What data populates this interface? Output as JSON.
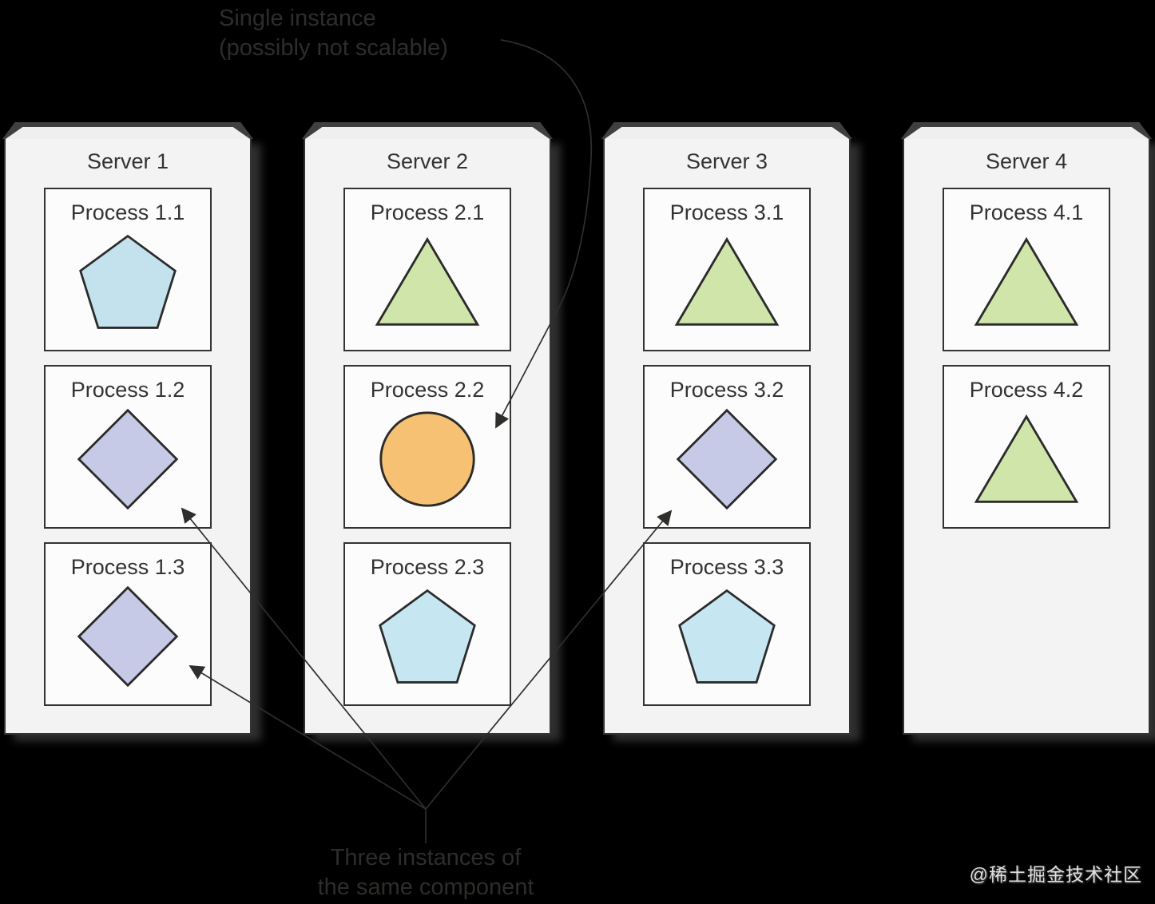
{
  "annotations": {
    "single_instance": {
      "line1": "Single instance",
      "line2": "(possibly not scalable)"
    },
    "three_instances": {
      "line1": "Three instances of",
      "line2": "the same component"
    }
  },
  "servers": [
    {
      "title": "Server 1",
      "processes": [
        {
          "label": "Process 1.1",
          "shape": "pentagon",
          "color": "#c3e2ee"
        },
        {
          "label": "Process 1.2",
          "shape": "diamond",
          "color": "#c7cae7"
        },
        {
          "label": "Process 1.3",
          "shape": "diamond",
          "color": "#c7cae7"
        }
      ]
    },
    {
      "title": "Server 2",
      "processes": [
        {
          "label": "Process 2.1",
          "shape": "triangle",
          "color": "#d0e5a9"
        },
        {
          "label": "Process 2.2",
          "shape": "circle",
          "color": "#f6c173"
        },
        {
          "label": "Process 2.3",
          "shape": "pentagon",
          "color": "#c6e7f2"
        }
      ]
    },
    {
      "title": "Server 3",
      "processes": [
        {
          "label": "Process 3.1",
          "shape": "triangle",
          "color": "#d0e5a9"
        },
        {
          "label": "Process 3.2",
          "shape": "diamond",
          "color": "#c7cae7"
        },
        {
          "label": "Process 3.3",
          "shape": "pentagon",
          "color": "#c6e7f2"
        }
      ]
    },
    {
      "title": "Server 4",
      "processes": [
        {
          "label": "Process 4.1",
          "shape": "triangle",
          "color": "#d0e5a9"
        },
        {
          "label": "Process 4.2",
          "shape": "triangle",
          "color": "#d0e5a9"
        }
      ]
    }
  ],
  "watermark": "@稀土掘金技术社区",
  "colors": {
    "background": "#000000",
    "panel_fill": "#f3f3f3",
    "process_fill": "#fcfcfc",
    "outline": "#333333",
    "arrow": "#2e2e2c",
    "annotation_text": "#2d2d2b"
  }
}
